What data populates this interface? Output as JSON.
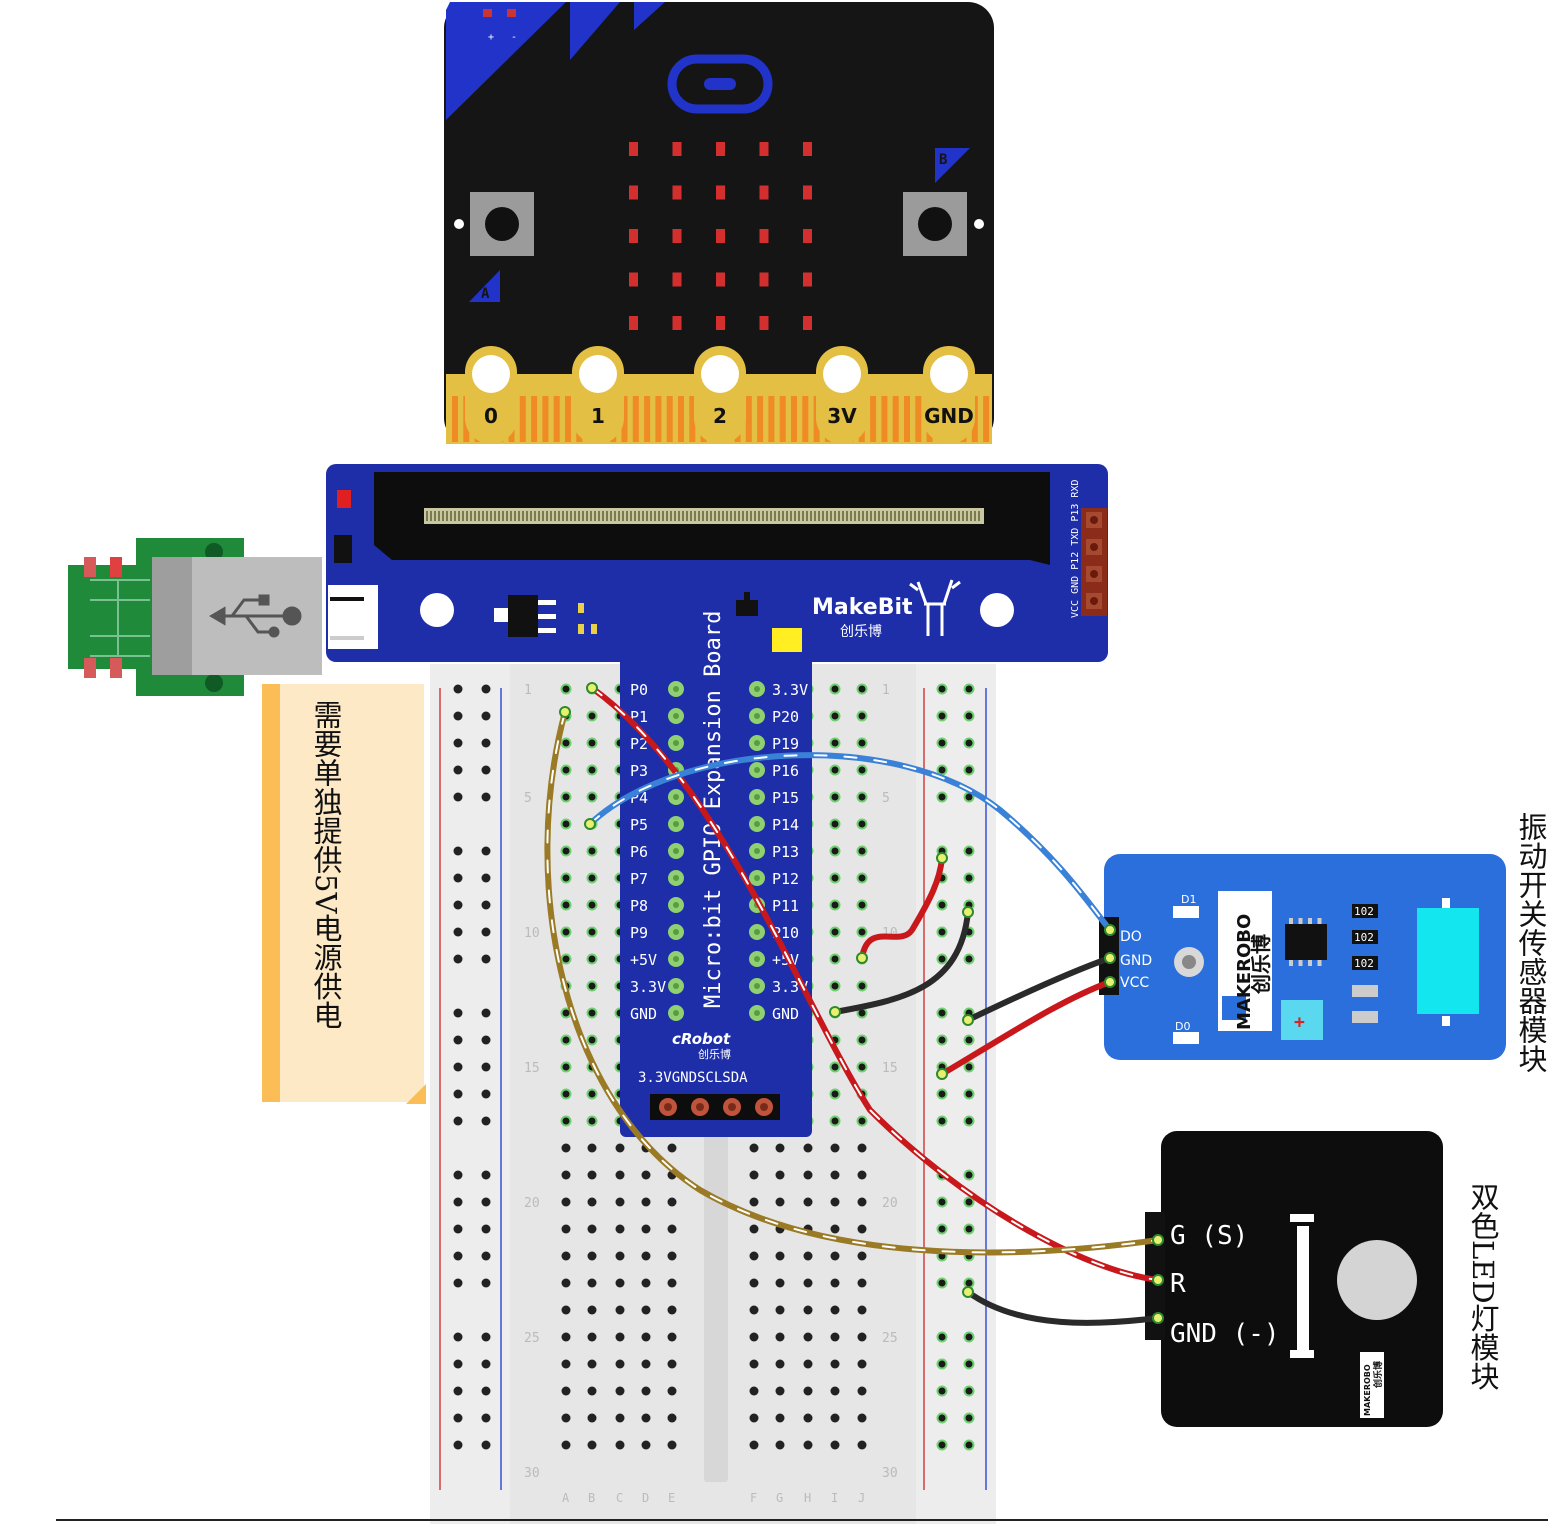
{
  "microbit": {
    "battery_labels": [
      "+",
      "-"
    ],
    "button_a": "A",
    "button_b": "B",
    "pads": [
      "0",
      "1",
      "2",
      "3V",
      "GND"
    ]
  },
  "expansion_board": {
    "title": "Micro:bit GPIO Expansion Board",
    "brand": "MakeBit",
    "brand_cn": "创乐博",
    "maker": "cRobot",
    "maker_cn": "创乐博",
    "left_pins": [
      "P0",
      "P1",
      "P2",
      "P3",
      "P4",
      "P5",
      "P6",
      "P7",
      "P8",
      "P9",
      "+5V",
      "3.3V",
      "GND"
    ],
    "right_pins": [
      "3.3V",
      "P20",
      "P19",
      "P16",
      "P15",
      "P14",
      "P13",
      "P12",
      "P11",
      "P10",
      "+5V",
      "3.3V",
      "GND"
    ],
    "i2c_pins": [
      "3.3V",
      "GND",
      "SCL",
      "SDA"
    ],
    "uart_labels": [
      "P13 RXD",
      "P12 TXD",
      "GND",
      "VCC"
    ]
  },
  "note": "需要单独提供5V电源供电",
  "vibration_module": {
    "label": "振动开关传感器模块",
    "pins": [
      "DO",
      "GND",
      "VCC"
    ],
    "leds": [
      "D1",
      "D0"
    ],
    "resistors": [
      "102",
      "102",
      "102"
    ],
    "logo_cn": "创乐博",
    "logo": "MAKEROBO"
  },
  "led_module": {
    "label": "双色LED灯模块",
    "pins": [
      "G (S)",
      "R",
      "GND (-)"
    ],
    "logo_cn": "创乐博",
    "logo": "MAKEROBO"
  },
  "breadboard": {
    "row_numbers": [
      "1",
      "5",
      "10",
      "15",
      "20",
      "25",
      "30"
    ],
    "column_labels": [
      "A",
      "B",
      "C",
      "D",
      "E",
      "F",
      "G",
      "H",
      "I",
      "J"
    ]
  },
  "colors": {
    "microbit_board": "#151515",
    "microbit_accent": "#2233c9",
    "gold_pad": "#e3bf43",
    "expansion_board": "#1d2ea8",
    "vibration_board": "#2b6fdc",
    "red_wire": "#c8181c",
    "black_wire": "#2a2a2a",
    "blue_wire": "#3a82d8",
    "brown_wire": "#9a7a25"
  }
}
